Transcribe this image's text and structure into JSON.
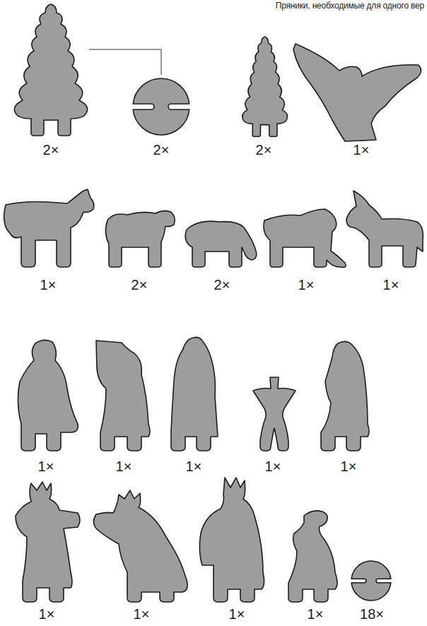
{
  "diagram": {
    "labels": [
      "Пряники, необходимые для одного вер",
      "2×",
      "2×",
      "2×",
      "1×",
      "1×",
      "2×",
      "2×",
      "1×",
      "1×",
      "1×",
      "1×",
      "1×",
      "1×",
      "1×",
      "1×",
      "1×",
      "1×",
      "1×",
      "18×"
    ]
  }
}
